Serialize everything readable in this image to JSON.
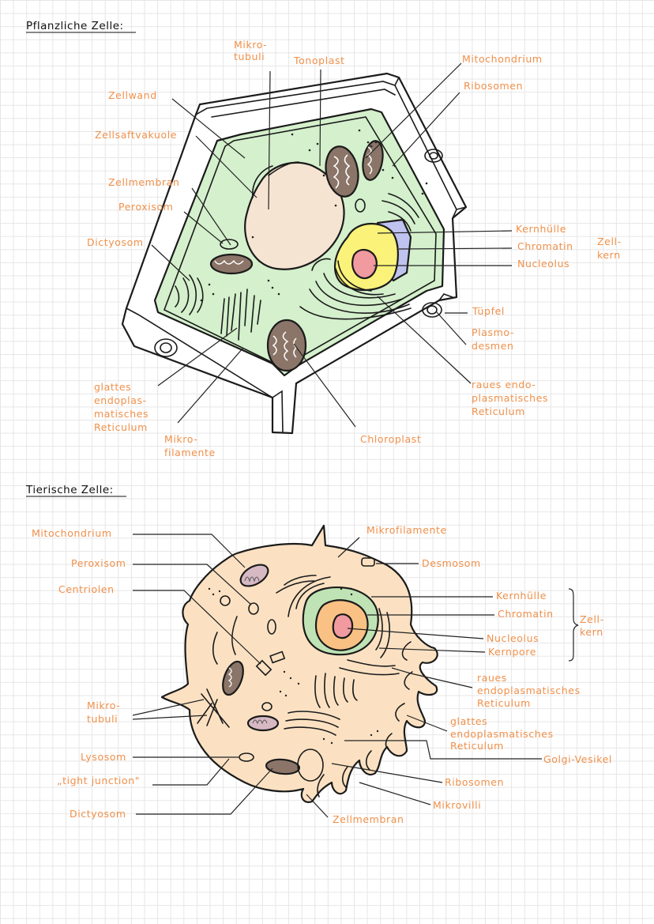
{
  "plant": {
    "heading": "Pflanzliche Zelle:",
    "labels": {
      "mikrotubuli": [
        "Mikro-",
        "tubuli"
      ],
      "tonoplast": "Tonoplast",
      "mitochondrium": "Mitochondrium",
      "ribosomen": "Ribosomen",
      "zellwand": "Zellwand",
      "zellsaftvakuole": "Zellsaftvakuole",
      "zellmembran": "Zellmembran",
      "peroxisom": "Peroxisom",
      "dictyosom": "Dictyosom",
      "kernhuelle": "Kernhülle",
      "chromatin": "Chromatin",
      "nucleolus": "Nucleolus",
      "zellkern": [
        "Zell-",
        "kern"
      ],
      "tuepfel": "Tüpfel",
      "plasmodesmen": [
        "Plasmo-",
        "desmen"
      ],
      "raues_er": [
        "raues endo-",
        "plasmatisches",
        "Reticulum"
      ],
      "glattes_er": [
        "glattes",
        "endoplas-",
        "matisches",
        "Reticulum"
      ],
      "mikrofilamente": [
        "Mikro-",
        "filamente"
      ],
      "chloroplast": "Chloroplast"
    }
  },
  "animal": {
    "heading": "Tierische Zelle:",
    "labels": {
      "mitochondrium": "Mitochondrium",
      "peroxisom": "Peroxisom",
      "centriolen": "Centriolen",
      "mikrofilamente": "Mikrofilamente",
      "desmosom": "Desmosom",
      "kernhuelle": "Kernhülle",
      "chromatin": "Chromatin",
      "nucleolus": "Nucleolus",
      "kernpore": "Kernpore",
      "zellkern": [
        "Zell-",
        "kern"
      ],
      "raues_er": [
        "raues",
        "endoplasmatisches",
        "Reticulum"
      ],
      "glattes_er": [
        "glattes",
        "endoplasmatisches",
        "Reticulum"
      ],
      "mikrotubuli": [
        "Mikro-",
        "tubuli"
      ],
      "lysosom": "Lysosom",
      "tight_junction": "„tight junction\"",
      "dictyosom": "Dictyosom",
      "golgi_vesikel": "Golgi-Vesikel",
      "ribosomen": "Ribosomen",
      "mikrovilli": "Mikrovilli",
      "zellmembran": "Zellmembran"
    }
  },
  "colors": {
    "label": "#f0904a",
    "cytoplasm_plant": "#d4f0cc",
    "cytoplasm_animal": "#fbe1c2",
    "vacuole": "#f6e4d3",
    "nucleus": "#fbf27a",
    "chromatin": "#bfc3ef",
    "nucleolus": "#f19aa0",
    "organelle": "#8b7568"
  }
}
